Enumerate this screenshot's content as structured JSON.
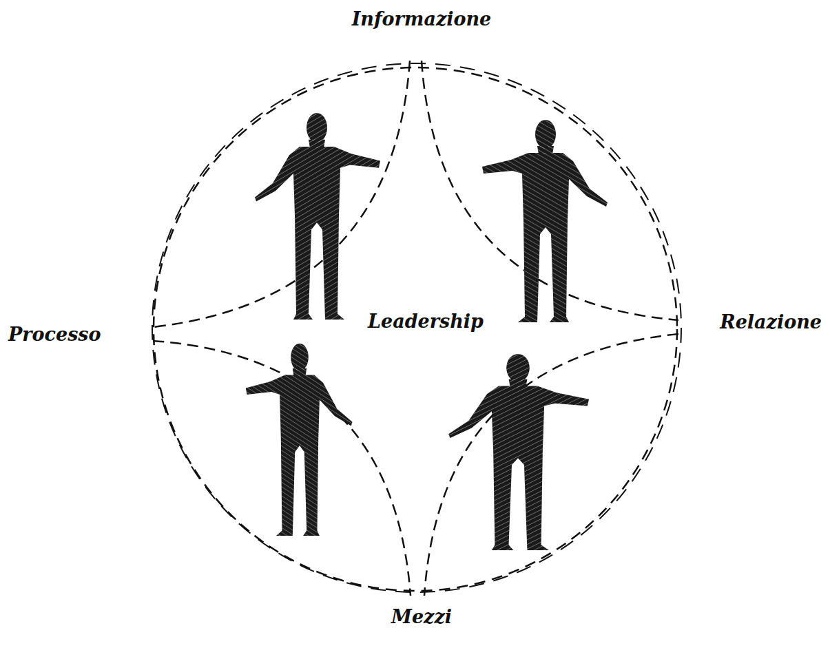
{
  "diagram": {
    "labels": [
      "Informazione",
      "Processo",
      "Leadership",
      "Relazione",
      "Mezzi"
    ]
  }
}
